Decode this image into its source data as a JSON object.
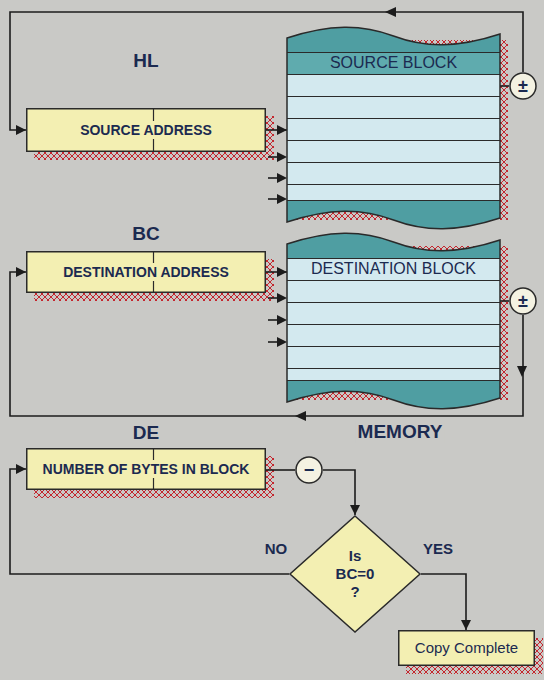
{
  "diagram": {
    "nodes": [
      {
        "text": [
          "HL",
          "SOURCE ADDRESS"
        ]
      },
      {
        "text": [
          "SOURCE BLOCK"
        ]
      },
      {
        "text": [
          "±"
        ]
      },
      {
        "text": [
          "BC",
          "DESTINATION ADDRESS"
        ]
      },
      {
        "text": [
          "DESTINATION BLOCK"
        ]
      },
      {
        "text": [
          "±"
        ]
      },
      {
        "text": [
          "DE",
          "NUMBER OF BYTES IN BLOCK"
        ]
      },
      {
        "text": [
          "−"
        ]
      },
      {
        "text": [
          "Is BC=0 ?"
        ]
      },
      {
        "text": [
          "Copy Complete"
        ]
      }
    ],
    "edges": [
      {
        "from": 0,
        "to": 1,
        "arrow": "to"
      },
      {
        "from": 1,
        "to": 2,
        "arrow": "none"
      },
      {
        "from": 2,
        "to": 0,
        "arrow": "to"
      },
      {
        "from": 3,
        "to": 4,
        "arrow": "to"
      },
      {
        "from": 4,
        "to": 5,
        "arrow": "none"
      },
      {
        "from": 5,
        "to": 3,
        "arrow": "to"
      },
      {
        "from": 6,
        "to": 7,
        "arrow": "none"
      },
      {
        "from": 7,
        "to": 8,
        "arrow": "to"
      },
      {
        "from": 8,
        "to": 6,
        "label": "NO",
        "arrow": "to"
      },
      {
        "from": 8,
        "to": 9,
        "label": "YES",
        "arrow": "to"
      }
    ],
    "labels": [
      "MEMORY"
    ]
  }
}
